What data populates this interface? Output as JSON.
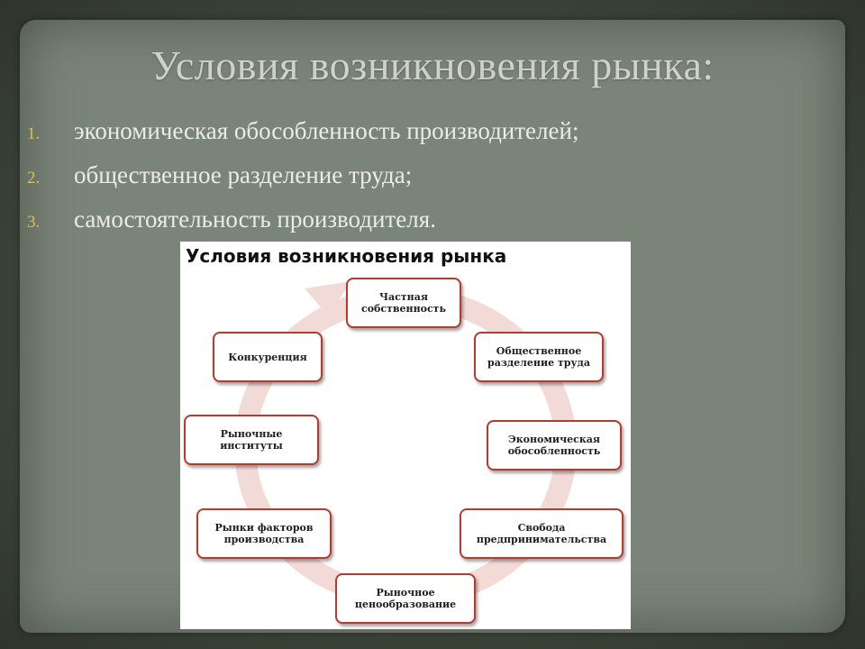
{
  "title": "Условия возникновения рынка:",
  "list": [
    {
      "num": "1.",
      "text": "экономическая обособленность производителей;"
    },
    {
      "num": "2.",
      "text": "общественное разделение труда;"
    },
    {
      "num": "3.",
      "text": "самостоятельность производителя."
    }
  ],
  "figure": {
    "title": "Условия возникновения рынка",
    "nodes": [
      {
        "label": "Частная собственность"
      },
      {
        "label": "Общественное разделение труда"
      },
      {
        "label": "Экономическая обособленность"
      },
      {
        "label": "Свобода предпринимательства"
      },
      {
        "label": "Рыночное ценообразование"
      },
      {
        "label": "Рынки факторов производства"
      },
      {
        "label": "Рыночные институты"
      },
      {
        "label": "Конкуренция"
      }
    ]
  },
  "colors": {
    "node_border": "#b9392d",
    "ring": "#f0d6d3",
    "number": "#d9c24a"
  }
}
